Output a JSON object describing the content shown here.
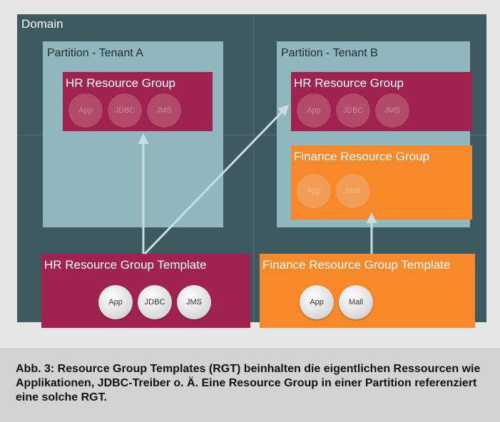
{
  "domain_label": "Domain",
  "partitions": {
    "a": {
      "label": "Partition - Tenant A"
    },
    "b": {
      "label": "Partition - Tenant B"
    }
  },
  "groups": {
    "hr_a": {
      "title": "HR Resource Group",
      "items": [
        "App",
        "JDBC",
        "JMS"
      ]
    },
    "hr_b": {
      "title": "HR Resource Group",
      "items": [
        "App",
        "JDBC",
        "JMS"
      ]
    },
    "finance_b": {
      "title": "Finance Resource Group",
      "items": [
        "App",
        "Mail"
      ]
    }
  },
  "templates": {
    "hr": {
      "title": "HR Resource Group Template",
      "items": [
        "App",
        "JDBC",
        "JMS"
      ]
    },
    "finance": {
      "title": "Finance Resource Group Template",
      "items": [
        "App",
        "Mail"
      ]
    }
  },
  "colors": {
    "domain": "#3e5a60",
    "partition": "#8fb7bd",
    "hr": "#a0234f",
    "finance": "#f7892a",
    "arrow": "#c8dfe2"
  },
  "caption": "Abb. 3: Resource Group Templates (RGT) beinhalten die eigentlichen Ressourcen wie Applikationen, JDBC-Treiber o. Ä. Eine Resource Group in einer Partition referenziert eine solche RGT."
}
